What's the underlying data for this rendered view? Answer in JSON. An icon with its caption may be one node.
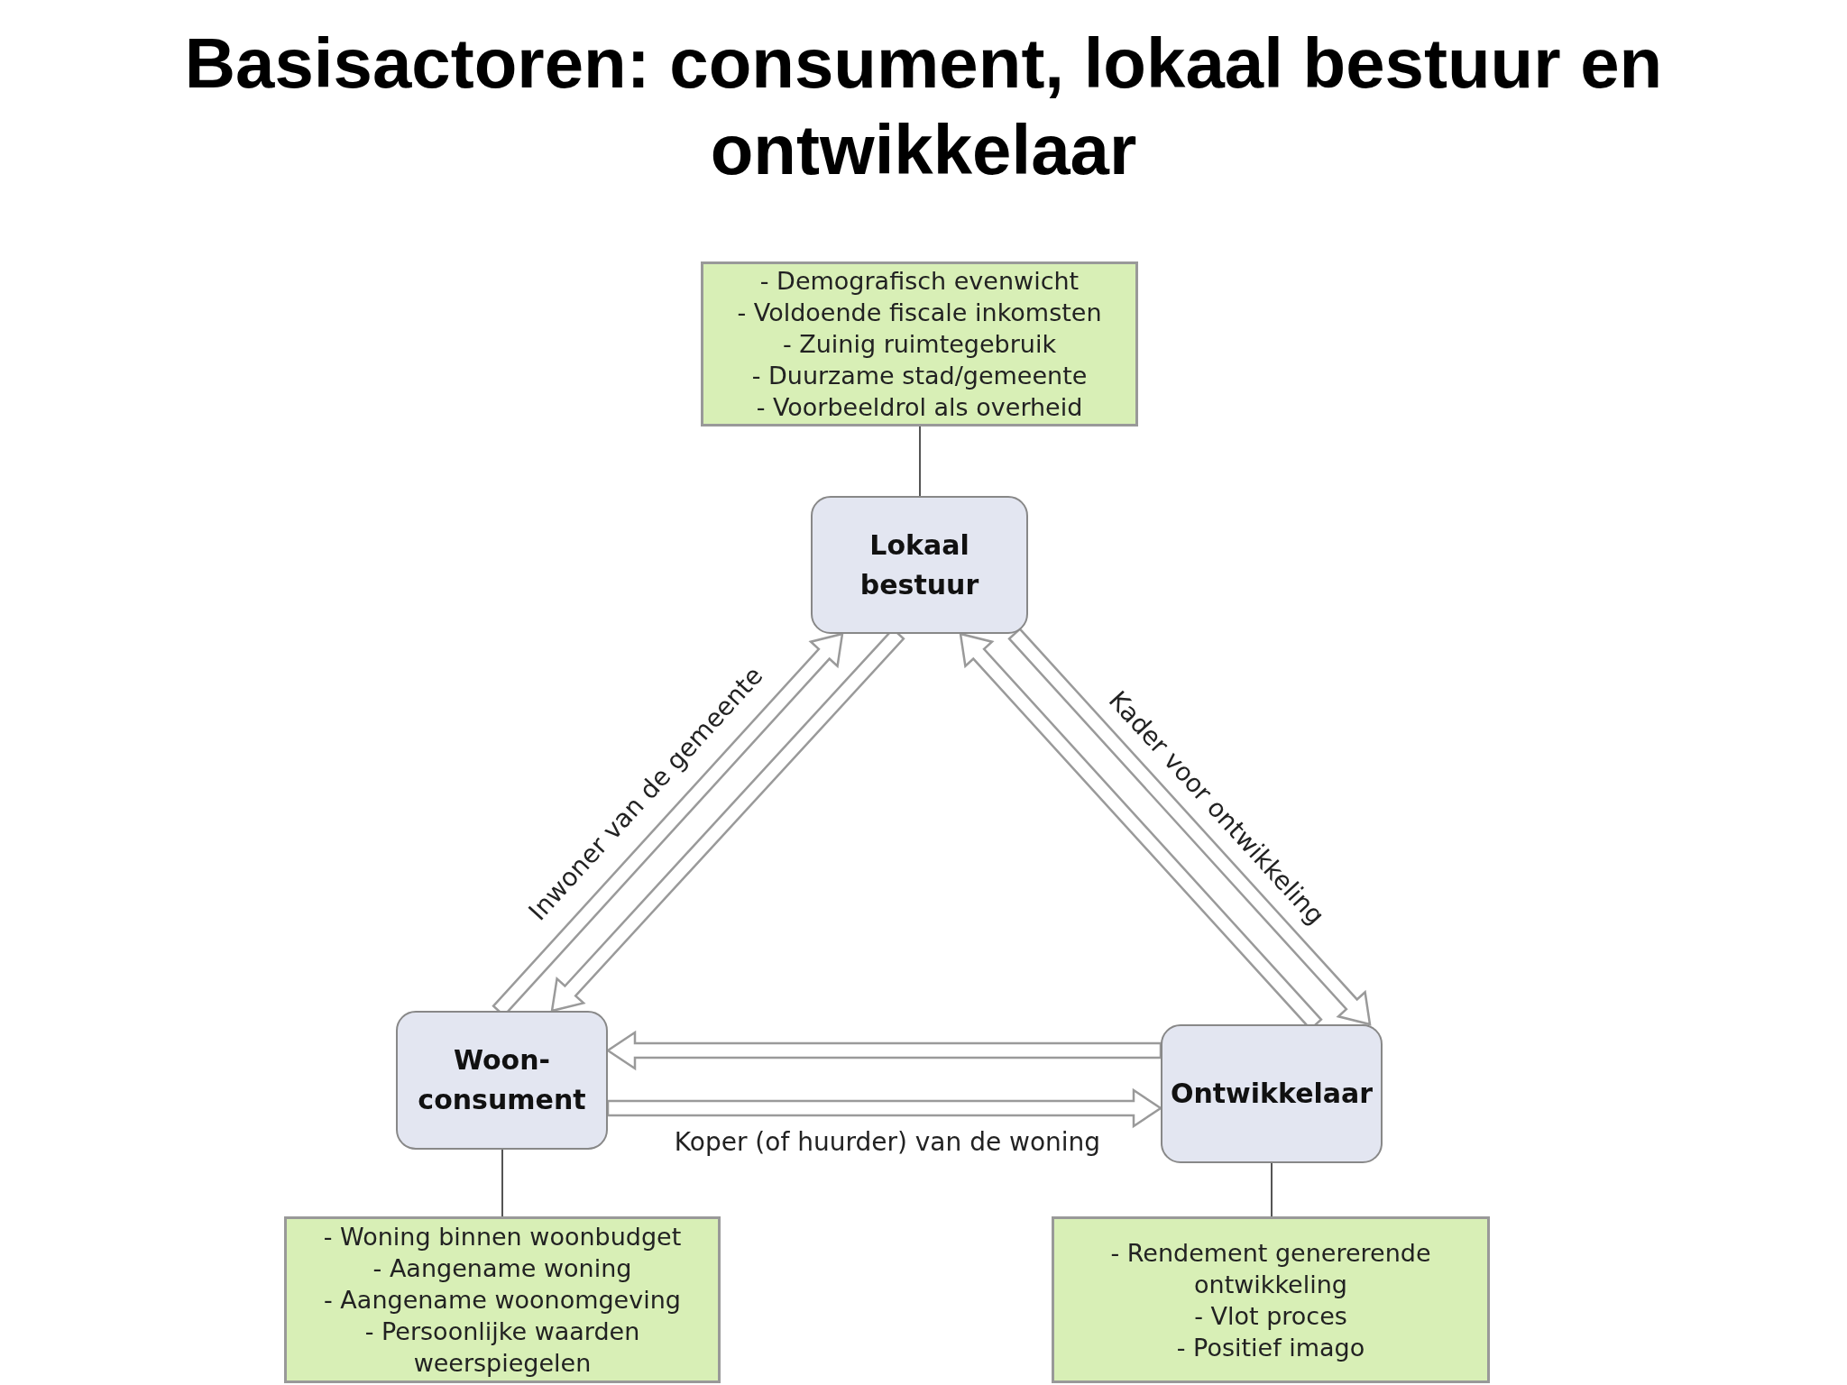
{
  "diagram": {
    "title": "Basisactoren: consument, lokaal bestuur en ontwikkelaar",
    "nodes": [
      {
        "text": [
          "- Demografisch evenwicht",
          "- Voldoende fiscale inkomsten",
          "- Zuinig ruimtegebruik",
          "- Duurzame stad/gemeente",
          "- Voorbeeldrol als overheid"
        ]
      },
      {
        "text": [
          "Lokaal bestuur"
        ]
      },
      {
        "text": [
          "Woon- consument"
        ]
      },
      {
        "text": [
          "Ontwikkelaar"
        ]
      },
      {
        "text": [
          "- Woning binnen woonbudget",
          "- Aangename woning",
          "- Aangename woonomgeving",
          "- Persoonlijke waarden weerspiegelen"
        ]
      },
      {
        "text": [
          "- Rendement genererende ontwikkeling",
          "- Vlot proces",
          "- Positief imago"
        ]
      }
    ],
    "edges": [
      {
        "from": 0,
        "to": 1,
        "arrow": "none"
      },
      {
        "from": 2,
        "to": 1,
        "arrow": "to",
        "label": "Inwoner van de gemeente"
      },
      {
        "from": 1,
        "to": 2,
        "arrow": "to"
      },
      {
        "from": 3,
        "to": 1,
        "arrow": "to"
      },
      {
        "from": 1,
        "to": 3,
        "arrow": "to",
        "label": "Kader voor ontwikkeling"
      },
      {
        "from": 3,
        "to": 2,
        "arrow": "to"
      },
      {
        "from": 2,
        "to": 3,
        "arrow": "to",
        "label": "Koper (of huurder) van de woning"
      },
      {
        "from": 2,
        "to": 4,
        "arrow": "none"
      },
      {
        "from": 3,
        "to": 5,
        "arrow": "none"
      }
    ]
  }
}
